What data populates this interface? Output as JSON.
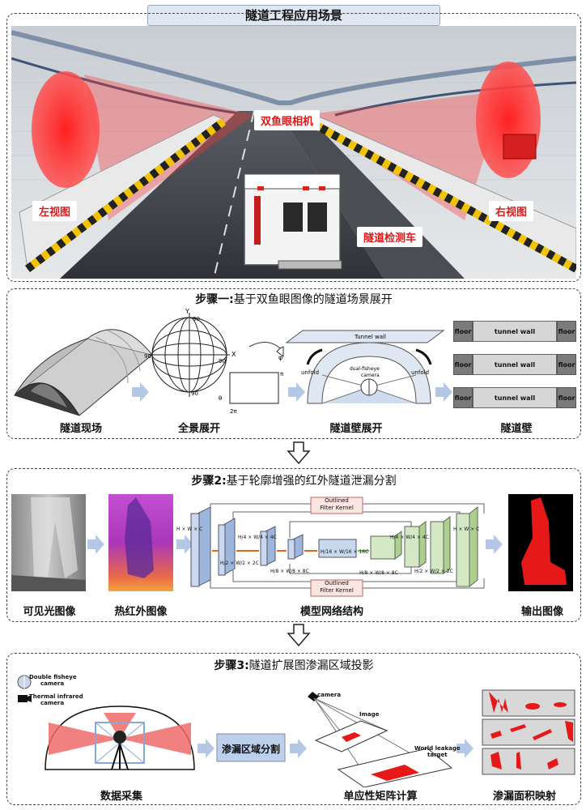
{
  "header": {
    "title": "隧道工程应用场景"
  },
  "scene": {
    "left_view": "左视图",
    "right_view": "右视图",
    "camera": "双鱼眼相机",
    "vehicle": "隧道检测车"
  },
  "step1": {
    "title_bold": "步骤一:",
    "title_rest": "基于双鱼眼图像的隧道场景展开",
    "captions": [
      "隧道现场",
      "全景展开",
      "隧道壁展开",
      "隧道壁"
    ],
    "sphere": {
      "y": "Y",
      "x": "X",
      "top": "90",
      "left": "90",
      "right": "90",
      "bottom": "90",
      "phi": "φ",
      "pi": "π",
      "theta": "θ",
      "two_pi": "2π"
    },
    "unfold": {
      "tunnel_wall": "Tunnel wall",
      "unfold_left": "unfold",
      "unfold_right": "unfold",
      "camera_l1": "dual-fisheye",
      "camera_l2": "camera"
    },
    "wall_rows": [
      {
        "left": "floor",
        "mid": "tunnel wall",
        "right": "floor"
      },
      {
        "left": "floor",
        "mid": "tunnel wall",
        "right": "floor"
      },
      {
        "left": "floor",
        "mid": "tunnel wall",
        "right": "floor"
      }
    ]
  },
  "step2": {
    "title_bold": "步骤2:",
    "title_rest": "基于轮廓增强的红外隧道泄漏分割",
    "captions": [
      "可见光图像",
      "热红外图像",
      "模型网络结构",
      "输出图像"
    ],
    "kernel_top_l1": "Outlined",
    "kernel_top_l2": "Filter Kernel",
    "kernel_bot_l1": "Outlined",
    "kernel_bot_l2": "Filter Kernel",
    "layers": [
      "H × W × C",
      "H/2 × W/2 × 2C",
      "H/4 × W/4 × 4C",
      "H/8 × W/8 × 8C",
      "H/16 × W/16 × 16C",
      "H/8 × W/8 × 8C",
      "H/4 × W/4 × 4C",
      "H/2 × W/2 × 2C",
      "H × W × C"
    ]
  },
  "step3": {
    "title_bold": "步骤3:",
    "title_rest": "隧道扩展图渗漏区域投影",
    "captions": [
      "数据采集",
      "单应性矩阵计算",
      "渗漏面积映射"
    ],
    "legend_fisheye_l1": "Double fisheye",
    "legend_fisheye_l2": "camera",
    "legend_thermal_l1": "Thermal infrared",
    "legend_thermal_l2": "camera",
    "segment_box": "渗漏区域分割",
    "camera": "camera",
    "image": "Image",
    "world_l1": "World leakage",
    "world_l2": "target"
  },
  "colors": {
    "accent_red": "#e31c1c",
    "arrow_blue": "#b4c8e6",
    "frame": "#444444"
  }
}
